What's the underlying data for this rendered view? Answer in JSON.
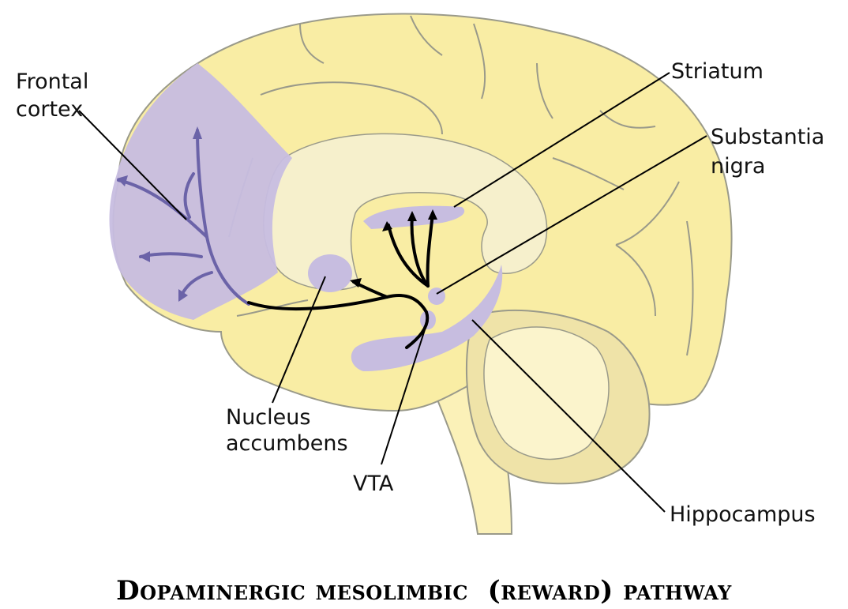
{
  "caption": "Dopaminergic mesolimbic  (reward) pathway",
  "labels": {
    "frontal_cortex_1": "Frontal",
    "frontal_cortex_2": "cortex",
    "striatum": "Striatum",
    "substantia_nigra_1": "Substantia",
    "substantia_nigra_2": "nigra",
    "nucleus_accumbens_1": "Nucleus",
    "nucleus_accumbens_2": "accumbens",
    "vta": "VTA",
    "hippocampus": "Hippocampus"
  },
  "colors": {
    "brain_fill": "#f9eda4",
    "brain_outline": "#9a9a8a",
    "inner_light": "#f6f0cc",
    "highlight_region": "#c7bde0",
    "frontal_pathway": "#6b63a8",
    "dopamine_pathway": "#000000",
    "cerebellum": "#efe3a8"
  }
}
